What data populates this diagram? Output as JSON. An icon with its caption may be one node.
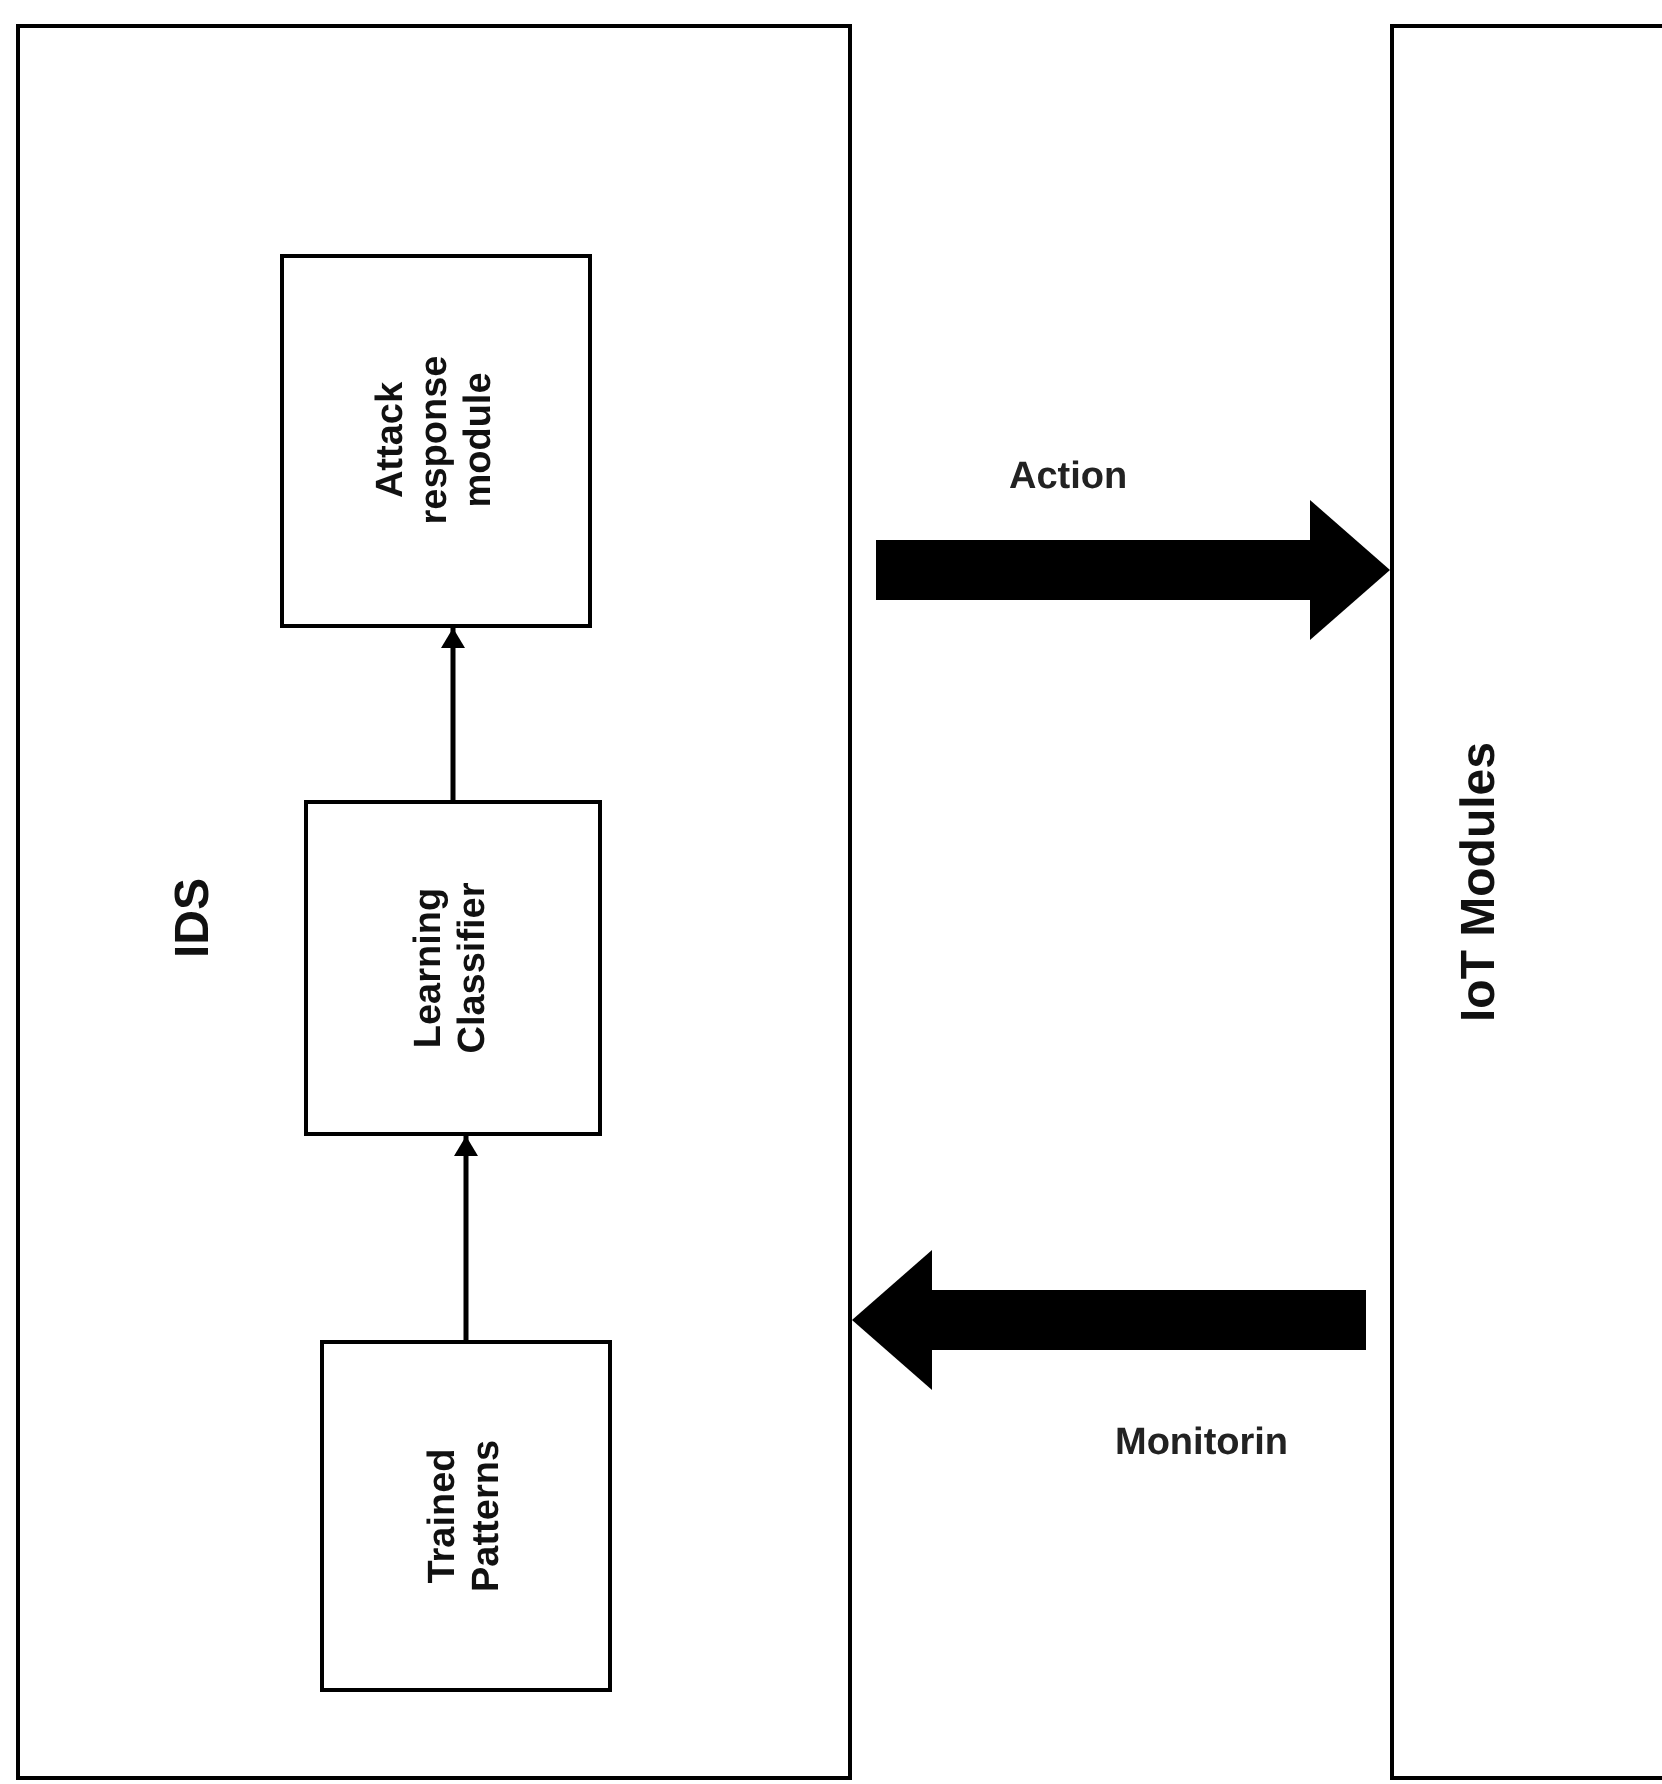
{
  "diagram": {
    "nodes": [
      {
        "text": [
          "IDS"
        ]
      },
      {
        "text": [
          "Attack response module"
        ],
        "in": 0
      },
      {
        "text": [
          "Learning Classifier"
        ],
        "in": 0
      },
      {
        "text": [
          "Trained Patterns"
        ],
        "in": 0
      },
      {
        "text": [
          "IoT Modules"
        ]
      }
    ],
    "edges": [
      {
        "from": 3,
        "to": 2,
        "arrow": "to"
      },
      {
        "from": 2,
        "to": 1,
        "arrow": "to"
      },
      {
        "from": 0,
        "to": 4,
        "arrow": "to",
        "label": "Action",
        "style": "thick"
      },
      {
        "from": 4,
        "to": 0,
        "arrow": "to",
        "label": "Monitorin",
        "style": "thick"
      }
    ]
  }
}
